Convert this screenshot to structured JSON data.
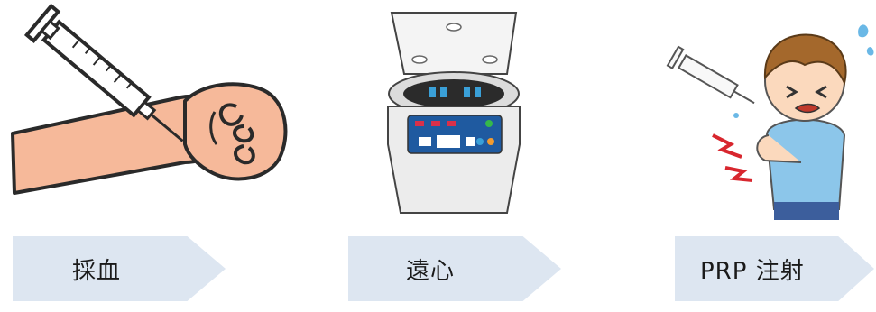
{
  "steps": [
    {
      "label": "採血",
      "illustration": "arm-blood-draw-syringe"
    },
    {
      "label": "遠心",
      "illustration": "centrifuge-machine"
    },
    {
      "label": "PRP 注射",
      "illustration": "child-receiving-injection"
    }
  ]
}
